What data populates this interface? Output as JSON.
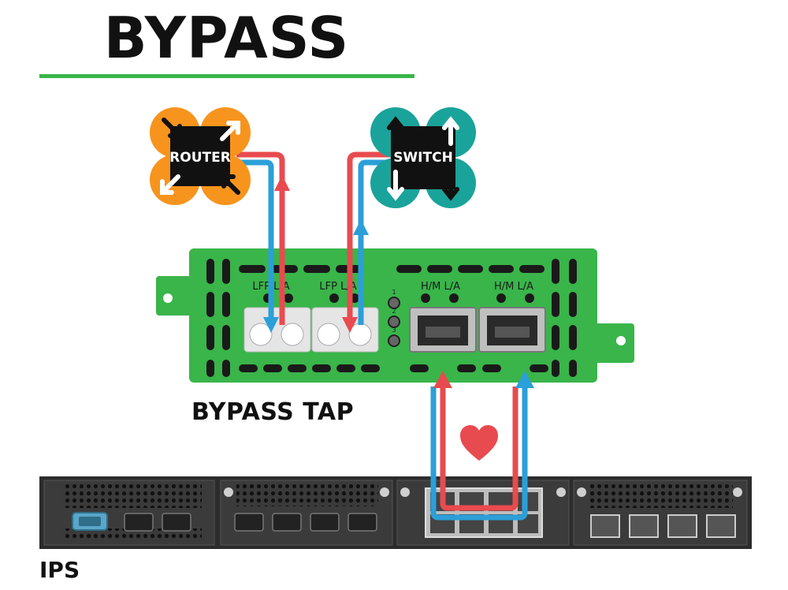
{
  "title": "BYPASS",
  "tap_label": "BYPASS TAP",
  "ips_label": "IPS",
  "router": {
    "label": "ROUTER"
  },
  "switch": {
    "label": "SWITCH"
  },
  "ports": {
    "lfp_la_1": "LFP L/A",
    "lfp_la_2": "LFP L/A",
    "hm_la_1": "H/M L/A",
    "hm_la_2": "H/M L/A"
  },
  "leds": [
    "1",
    "2",
    "3"
  ],
  "colors": {
    "accent_green": "#39b54a",
    "tap_green": "#39b54a",
    "router_orange": "#f7941d",
    "switch_teal": "#1aa39a",
    "red_line": "#e84b4f",
    "blue_line": "#2b9fd8",
    "chassis": "#3a3a3a",
    "heart": "#e84b4f"
  },
  "icons": {
    "heart": "heart-icon",
    "arrow": "arrow-icon"
  }
}
